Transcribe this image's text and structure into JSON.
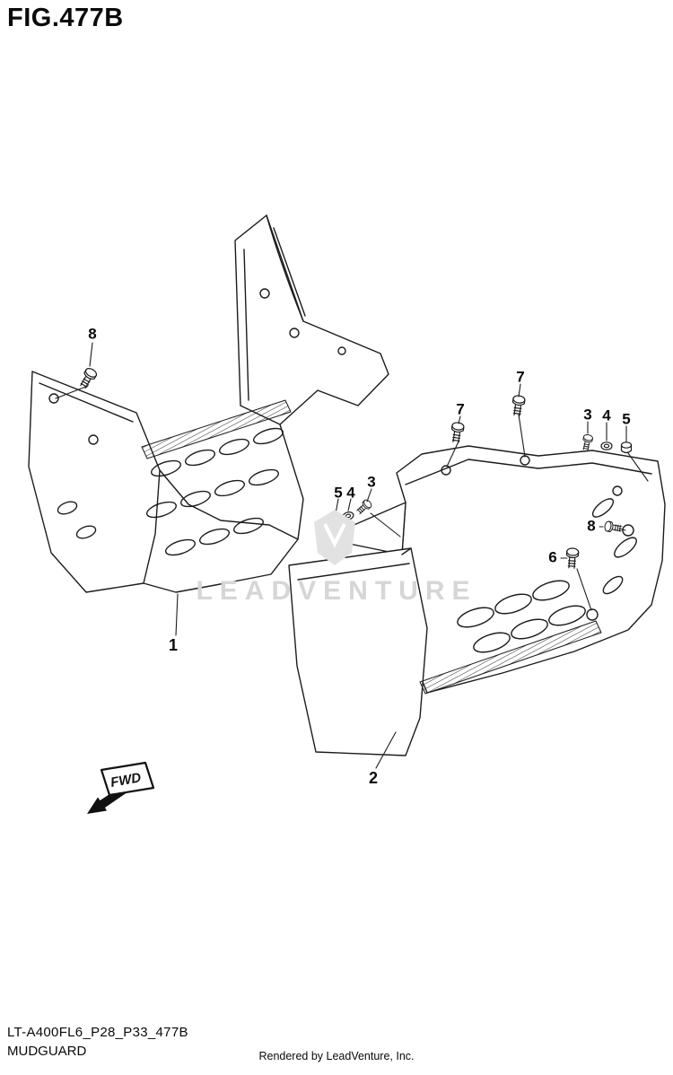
{
  "figure": {
    "title": "FIG.477B",
    "part_code": "LT-A400FL6_P28_P33_477B",
    "part_name": "MUDGUARD",
    "footer_credit": "Rendered by LeadVenture, Inc.",
    "watermark": "LEADVENTURE",
    "fwd_label": "FWD"
  },
  "callouts": [
    {
      "label": "8"
    },
    {
      "label": "7"
    },
    {
      "label": "7"
    },
    {
      "label": "3"
    },
    {
      "label": "4"
    },
    {
      "label": "5"
    },
    {
      "label": "5"
    },
    {
      "label": "4"
    },
    {
      "label": "3"
    },
    {
      "label": "8"
    },
    {
      "label": "6"
    },
    {
      "label": "1"
    },
    {
      "label": "2"
    }
  ]
}
